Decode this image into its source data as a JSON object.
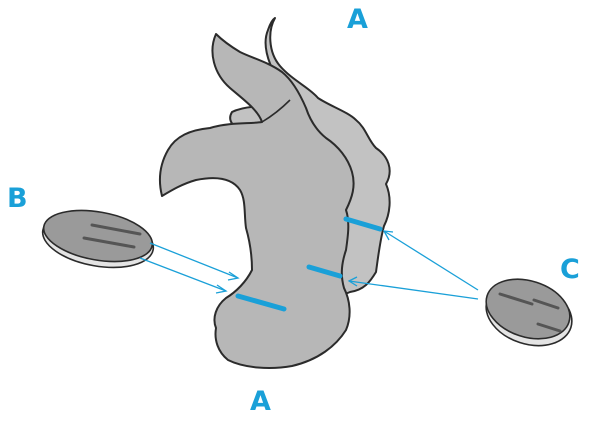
{
  "labels": {
    "a_top": "A",
    "b": "B",
    "c": "C",
    "a_bottom": "A"
  },
  "colors": {
    "label": "#1aa0d8",
    "piece_fill": "#b7b7b7",
    "piece_fill_back": "#c2c2c2",
    "outline": "#2b2b2b",
    "slot": "#1aa0d8",
    "leader": "#1aa0d8",
    "disc_top": "#9a9a9a",
    "disc_edge": "#e4e4e4"
  },
  "parts": [
    {
      "id": "A",
      "description_icon": "rabbit-head-cutout"
    },
    {
      "id": "B",
      "description_icon": "slotted-stand-disc"
    },
    {
      "id": "C",
      "description_icon": "slotted-stand-disc"
    }
  ]
}
